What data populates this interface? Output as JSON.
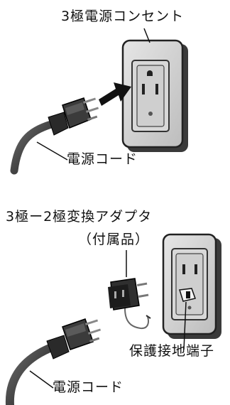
{
  "top": {
    "outlet_label": "3極電源コンセント",
    "cord_label": "電源コード"
  },
  "bottom": {
    "adapter_label": "3極ー2極変換アダプタ",
    "adapter_note": "（付属品）",
    "ground_label": "保護接地端子",
    "cord_label": "電源コード"
  }
}
